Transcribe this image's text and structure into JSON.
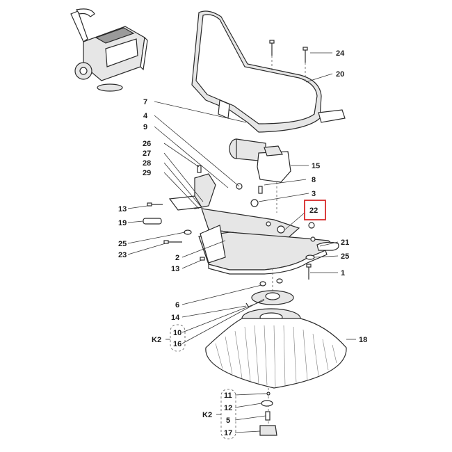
{
  "callouts": [
    {
      "label": "24"
    },
    {
      "label": "20"
    },
    {
      "label": "7"
    },
    {
      "label": "4"
    },
    {
      "label": "9"
    },
    {
      "label": "26"
    },
    {
      "label": "27"
    },
    {
      "label": "28"
    },
    {
      "label": "29"
    },
    {
      "label": "15"
    },
    {
      "label": "8"
    },
    {
      "label": "3"
    },
    {
      "label": "22"
    },
    {
      "label": "13"
    },
    {
      "label": "19"
    },
    {
      "label": "25"
    },
    {
      "label": "23"
    },
    {
      "label": "2"
    },
    {
      "label": "13"
    },
    {
      "label": "21"
    },
    {
      "label": "25"
    },
    {
      "label": "1"
    },
    {
      "label": "6"
    },
    {
      "label": "14"
    },
    {
      "label": "10"
    },
    {
      "label": "16"
    },
    {
      "label": "18"
    },
    {
      "label": "11"
    },
    {
      "label": "12"
    },
    {
      "label": "5"
    },
    {
      "label": "17"
    }
  ],
  "kits": [
    {
      "label": "K2"
    },
    {
      "label": "K2"
    }
  ],
  "highlight": {
    "label": "22",
    "color": "#d62828"
  }
}
